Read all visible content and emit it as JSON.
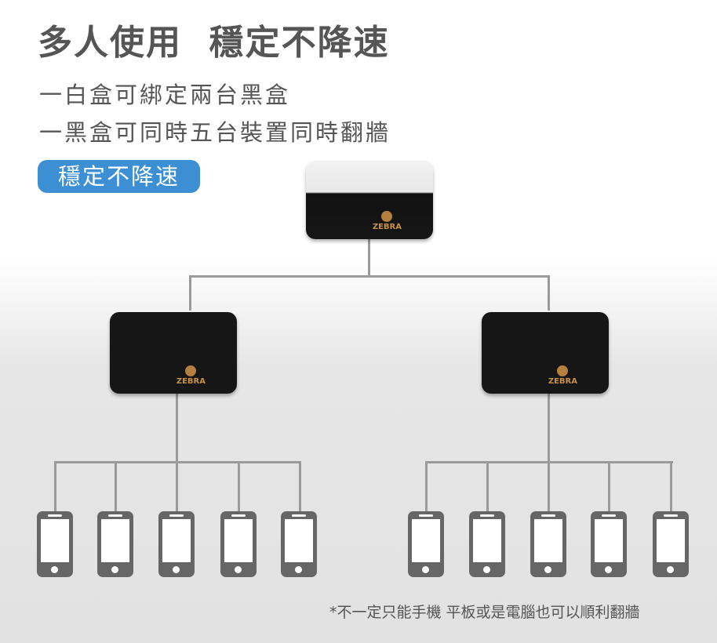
{
  "title": "多人使用  穩定不降速",
  "lines": [
    "一白盒可綁定兩台黑盒",
    "一黑盒可同時五台裝置同時翻牆"
  ],
  "badge": "穩定不降速",
  "brand": "ZEBRA",
  "footnote": "*不一定只能手機 平板或是電腦也可以順利翻牆",
  "colors": {
    "accent": "#3d8fd4",
    "text": "#555555",
    "phone": "#666666",
    "connector": "#9a9a9a",
    "logo": "#c8904a"
  }
}
